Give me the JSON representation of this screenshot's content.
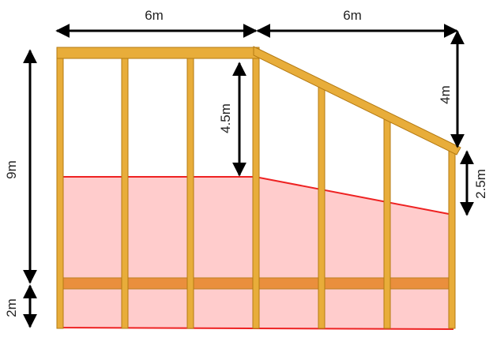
{
  "colors": {
    "timber_fill": "#e8ad3a",
    "timber_stroke": "#b47a12",
    "rail_fill": "#e8892e",
    "region_fill": "#ffcccc",
    "region_stroke": "#ee2222",
    "arrow": "#000000"
  },
  "dimensions": {
    "top_left": "6m",
    "top_right": "6m",
    "left_height": "9m",
    "bottom_left": "2m",
    "middle": "4.5m",
    "right_upper": "4m",
    "right_lower": "2.5m"
  }
}
